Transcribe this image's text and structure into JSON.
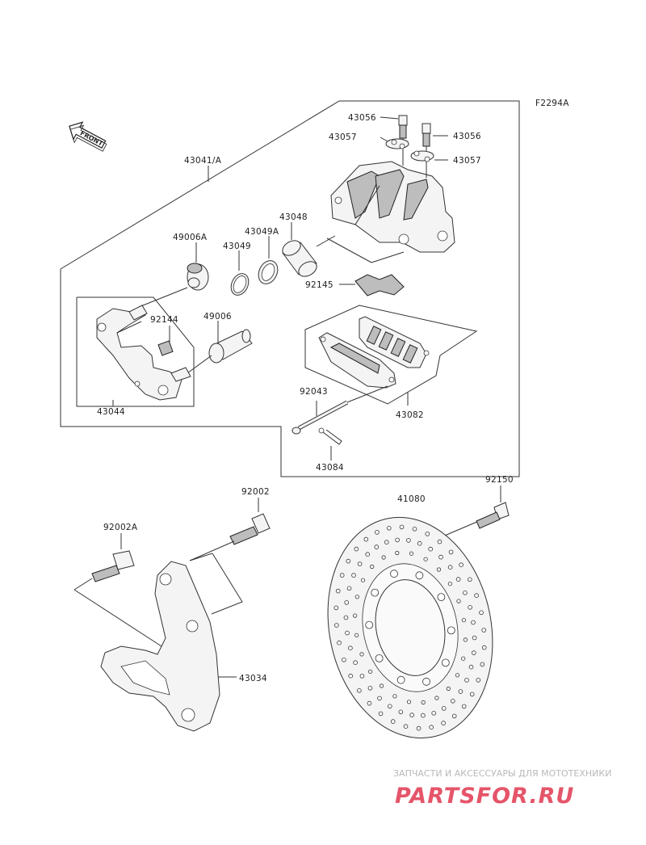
{
  "figure_code": "F2294A",
  "front_arrow_text": "FRONT",
  "labels": {
    "l43041A": "43041/A",
    "l43056a": "43056",
    "l43056b": "43056",
    "l43057a": "43057",
    "l43057b": "43057",
    "l43048": "43048",
    "l43049A": "43049A",
    "l49006A": "49006A",
    "l43049": "43049",
    "l92145": "92145",
    "l92144": "92144",
    "l49006": "49006",
    "l43044": "43044",
    "l92043": "92043",
    "l43082": "43082",
    "l43084": "43084",
    "l92002": "92002",
    "l92150": "92150",
    "l41080": "41080",
    "l92002A": "92002A",
    "l43034": "43034"
  },
  "watermark": {
    "top_text": "ЗАПЧАСТИ И АКСЕССУАРЫ ДЛЯ МОТОТЕХНИКИ",
    "brand_text": "PARTSFOR.RU",
    "brand_color": "#e5556a"
  }
}
